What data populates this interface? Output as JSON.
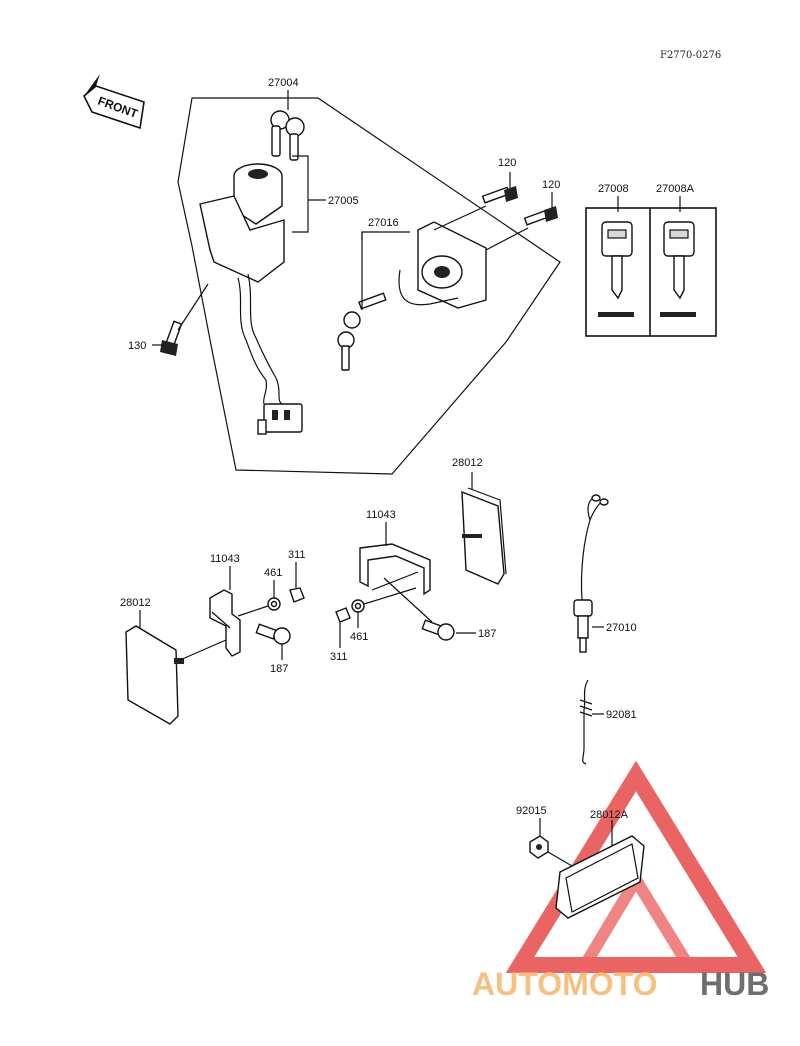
{
  "figure_ref": "F2770-0276",
  "direction_label": "FRONT",
  "parts": {
    "ignition_keys": "27004",
    "ignition_switch": "27005",
    "seat_lock": "27016",
    "bolt_a": "120",
    "bolt_b": "120",
    "screw_130": "130",
    "key_blank_a": "27008",
    "key_blank_b": "27008A",
    "reflector_top": "28012",
    "bracket_right": "11043",
    "bracket_left": "11043",
    "nut_311_left": "311",
    "washer_461_left": "461",
    "reflector_left": "28012",
    "bolt_187_left": "187",
    "washer_461_right": "461",
    "nut_311_right": "311",
    "bolt_187_right": "187",
    "brake_switch": "27010",
    "spring": "92081",
    "nut_92015": "92015",
    "reflector_rear": "28012A"
  },
  "watermark": {
    "part1": "AUTOMOTO",
    "part2": "HUB",
    "color1": "#f4b66a",
    "color2": "#555555",
    "triangle_color": "#e84a4a"
  }
}
